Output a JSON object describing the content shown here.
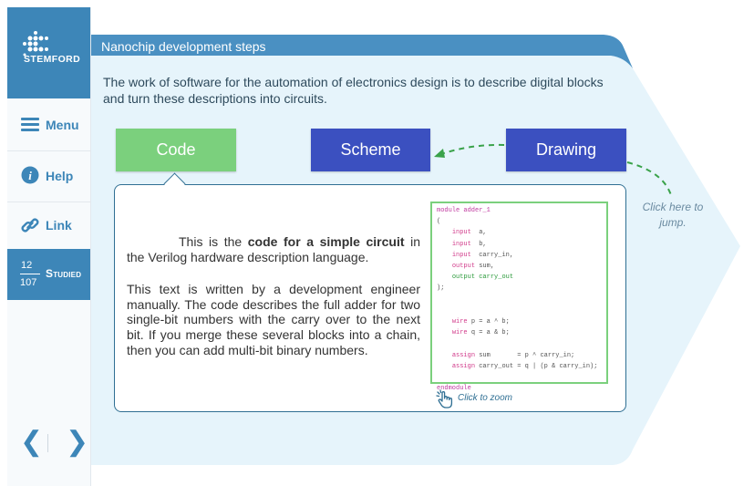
{
  "brand": {
    "name": "STEMFORD"
  },
  "sidebar": {
    "items": [
      {
        "label": "Menu",
        "icon": "menu-icon"
      },
      {
        "label": "Help",
        "icon": "info-icon"
      },
      {
        "label": "Link",
        "icon": "link-icon"
      }
    ],
    "progress": {
      "current": "12",
      "total": "107",
      "label": "Studied"
    },
    "nav": {
      "prev": "❮",
      "next": "❯"
    }
  },
  "header": {
    "title": "Nanochip development steps"
  },
  "intro": "The work of software for the automation of electronics design is to describe digital blocks and turn these descriptions into circuits.",
  "tabs": [
    {
      "label": "Code",
      "active": true
    },
    {
      "label": "Scheme",
      "active": false
    },
    {
      "label": "Drawing",
      "active": false
    }
  ],
  "jump_hint": "Click here to jump.",
  "panel": {
    "para1_pre": "This is the ",
    "para1_bold": "code for a simple circuit",
    "para1_post": " in the Verilog hardware description language.",
    "para2": "This text is written by a development engineer manually. The code describes the full adder for two single-bit numbers with the carry over to the next bit. If you merge these several blocks into a chain, then you can add multi-bit binary numbers.",
    "code": {
      "module_line": "module adder_1",
      "open_paren": "(",
      "port_a_kw": "input",
      "port_a_name": "a,",
      "port_b_kw": "input",
      "port_b_name": "b,",
      "port_cin_kw": "input",
      "port_cin_name": "carry_in,",
      "port_sum_kw": "output",
      "port_sum_name": "sum,",
      "port_cout_kw": "output",
      "port_cout_name": "carry_out",
      "close_paren": ");",
      "wire_p_kw": "wire",
      "wire_p_expr": "p = a ^ b;",
      "wire_q_kw": "wire",
      "wire_q_expr": "q = a & b;",
      "assign_sum_kw": "assign",
      "assign_sum_expr": "sum       = p ^ carry_in;",
      "assign_cout_kw": "assign",
      "assign_cout_expr": "carry_out = q | (p & carry_in);",
      "endmodule": "endmodule"
    },
    "zoom_hint": "Click to zoom"
  },
  "colors": {
    "brand_blue": "#3d86b8",
    "tab_active": "#7bd07d",
    "tab_inactive": "#3b50c0",
    "header_band": "#4a90c2",
    "content_bg": "#e6f4fb",
    "panel_border": "#2f6f93",
    "arrow_green": "#3aa24a"
  }
}
